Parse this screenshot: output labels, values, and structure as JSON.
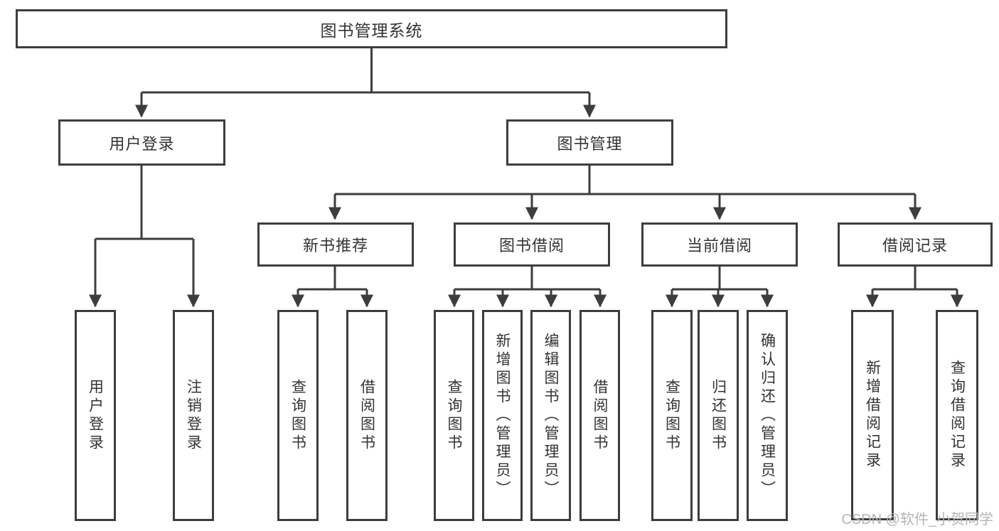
{
  "diagram": {
    "root": {
      "label": "图书管理系统"
    },
    "branches": [
      {
        "label": "用户登录",
        "leaves": [
          {
            "label": "用户登录"
          },
          {
            "label": "注销登录"
          }
        ]
      },
      {
        "label": "图书管理",
        "groups": [
          {
            "label": "新书推荐",
            "leaves": [
              {
                "label": "查询图书"
              },
              {
                "label": "借阅图书"
              }
            ]
          },
          {
            "label": "图书借阅",
            "leaves": [
              {
                "label": "查询图书"
              },
              {
                "label": "新增图书（管理员）"
              },
              {
                "label": "编辑图书（管理员）"
              },
              {
                "label": "借阅图书"
              }
            ]
          },
          {
            "label": "当前借阅",
            "leaves": [
              {
                "label": "查询图书"
              },
              {
                "label": "归还图书"
              },
              {
                "label": "确认归还（管理员）"
              }
            ]
          },
          {
            "label": "借阅记录",
            "leaves": [
              {
                "label": "新增借阅记录"
              },
              {
                "label": "查询借阅记录"
              }
            ]
          }
        ]
      }
    ]
  },
  "watermark": {
    "text": "CSDN @软件_小贺同学"
  },
  "colors": {
    "line": "#3d3d3d",
    "text": "#333333",
    "watermark": "#b5b5b5",
    "background": "#ffffff"
  }
}
